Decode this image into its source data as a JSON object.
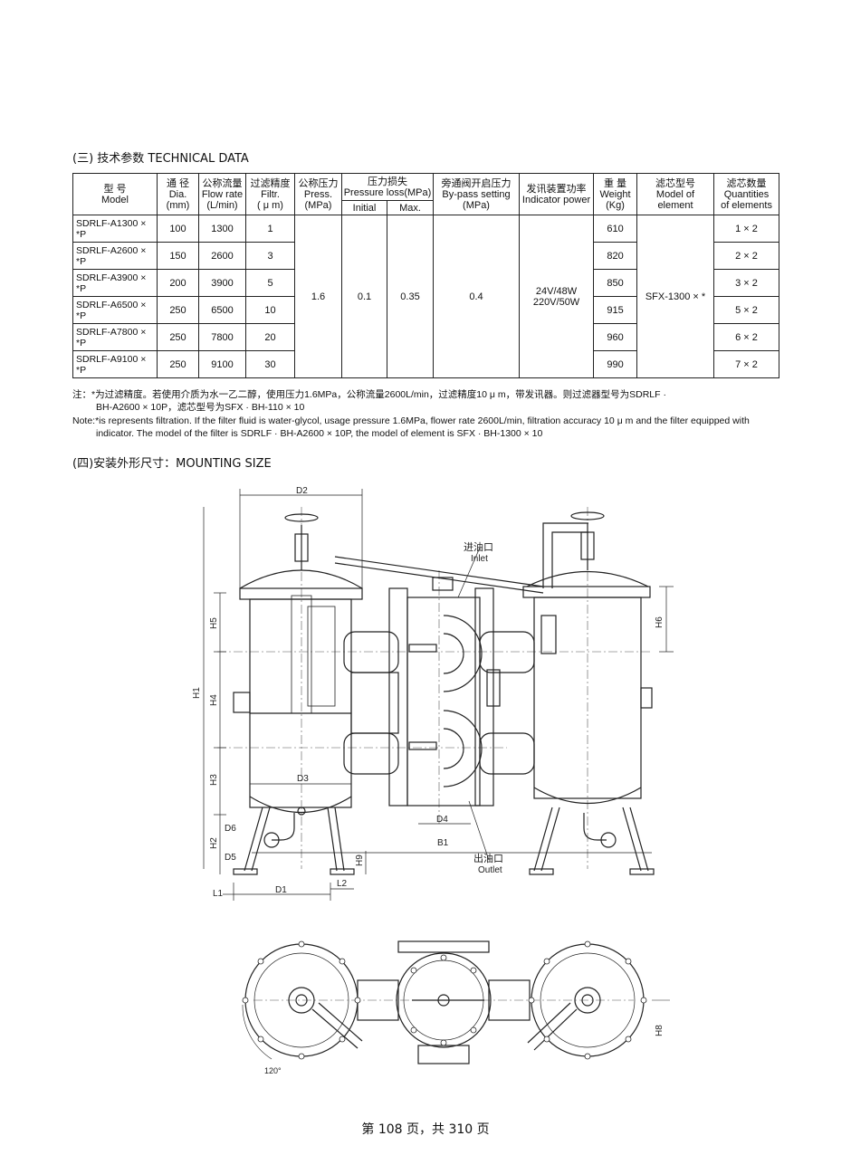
{
  "section3_title": "(三) 技术参数 TECHNICAL DATA",
  "table": {
    "headers": {
      "model_cn": "型 号",
      "model_en": "Model",
      "dia_cn": "通 径",
      "dia_en": "Dia.",
      "dia_unit": "(mm)",
      "flow_cn": "公称流量",
      "flow_en": "Flow rate",
      "flow_unit": "(L/min)",
      "filtr_cn": "过滤精度",
      "filtr_en": "Filtr.",
      "filtr_unit": "( μ m)",
      "press_cn": "公称压力",
      "press_en": "Press.",
      "press_unit": "(MPa)",
      "loss_cn": "压力损失",
      "loss_en": "Pressure loss(MPa)",
      "loss_initial": "Initial",
      "loss_max": "Max.",
      "bypass_cn": "旁通阀开启压力",
      "bypass_en": "By-pass setting",
      "bypass_unit": "(MPa)",
      "ind_cn": "发讯装置功率",
      "ind_en": "Indicator power",
      "weight_cn": "重 量",
      "weight_en": "Weight",
      "weight_unit": "(Kg)",
      "elem_cn": "滤芯型号",
      "elem_en": "Model of element",
      "qty_cn": "滤芯数量",
      "qty_en": "Quantities",
      "qty_en2": "of elements"
    },
    "rows": [
      {
        "model": "SDRLF-A1300 × *P",
        "dia": "100",
        "flow": "1300",
        "filtr": "1",
        "weight": "610",
        "qty": "1 × 2"
      },
      {
        "model": "SDRLF-A2600 × *P",
        "dia": "150",
        "flow": "2600",
        "filtr": "3",
        "weight": "820",
        "qty": "2 × 2"
      },
      {
        "model": "SDRLF-A3900 × *P",
        "dia": "200",
        "flow": "3900",
        "filtr": "5",
        "weight": "850",
        "qty": "3 × 2"
      },
      {
        "model": "SDRLF-A6500 × *P",
        "dia": "250",
        "flow": "6500",
        "filtr": "10",
        "weight": "915",
        "qty": "5 × 2"
      },
      {
        "model": "SDRLF-A7800 × *P",
        "dia": "250",
        "flow": "7800",
        "filtr": "20",
        "weight": "960",
        "qty": "6 × 2"
      },
      {
        "model": "SDRLF-A9100 × *P",
        "dia": "250",
        "flow": "9100",
        "filtr": "30",
        "weight": "990",
        "qty": "7 × 2"
      }
    ],
    "merged": {
      "press": "1.6",
      "loss_initial": "0.1",
      "loss_max": "0.35",
      "bypass": "0.4",
      "indicator_line1": "24V/48W",
      "indicator_line2": "220V/50W",
      "element": "SFX-1300 × *"
    }
  },
  "note_cn_line1": "注：*为过滤精度。若使用介质为水一乙二醇，使用压力1.6MPa，公称流量2600L/min，过滤精度10 μ m，带发讯器。则过滤器型号为SDRLF ·",
  "note_cn_line2": "BH-A2600 × 10P，滤芯型号为SFX · BH-110 × 10",
  "note_en_line1": "Note:*is represents filtration. If the filter fluid is water-glycol,  usage pressure 1.6MPa, flower rate 2600L/min, filtration accuracy 10 μ m and the filter equipped with",
  "note_en_line2": "indicator.  The  model of the filter is SDRLF · BH-A2600 × 10P, the model of element is SFX · BH-1300 × 10",
  "section4_title": "(四)安装外形尺寸：MOUNTING SIZE",
  "drawing": {
    "inlet_cn": "进油口",
    "inlet_en": "Inlet",
    "outlet_cn": "出油口",
    "outlet_en": "Outlet",
    "dims": {
      "D1": "D1",
      "D2": "D2",
      "D3": "D3",
      "D4": "D4",
      "D5": "D5",
      "D6": "D6",
      "H1": "H1",
      "H2": "H2",
      "H3": "H3",
      "H4": "H4",
      "H5": "H5",
      "H6": "H6",
      "H8": "H8",
      "H9": "H9",
      "L1": "L1",
      "L2": "L2",
      "B1": "B1"
    },
    "angle": "120°"
  },
  "footer": "第 108 页，共 310 页"
}
